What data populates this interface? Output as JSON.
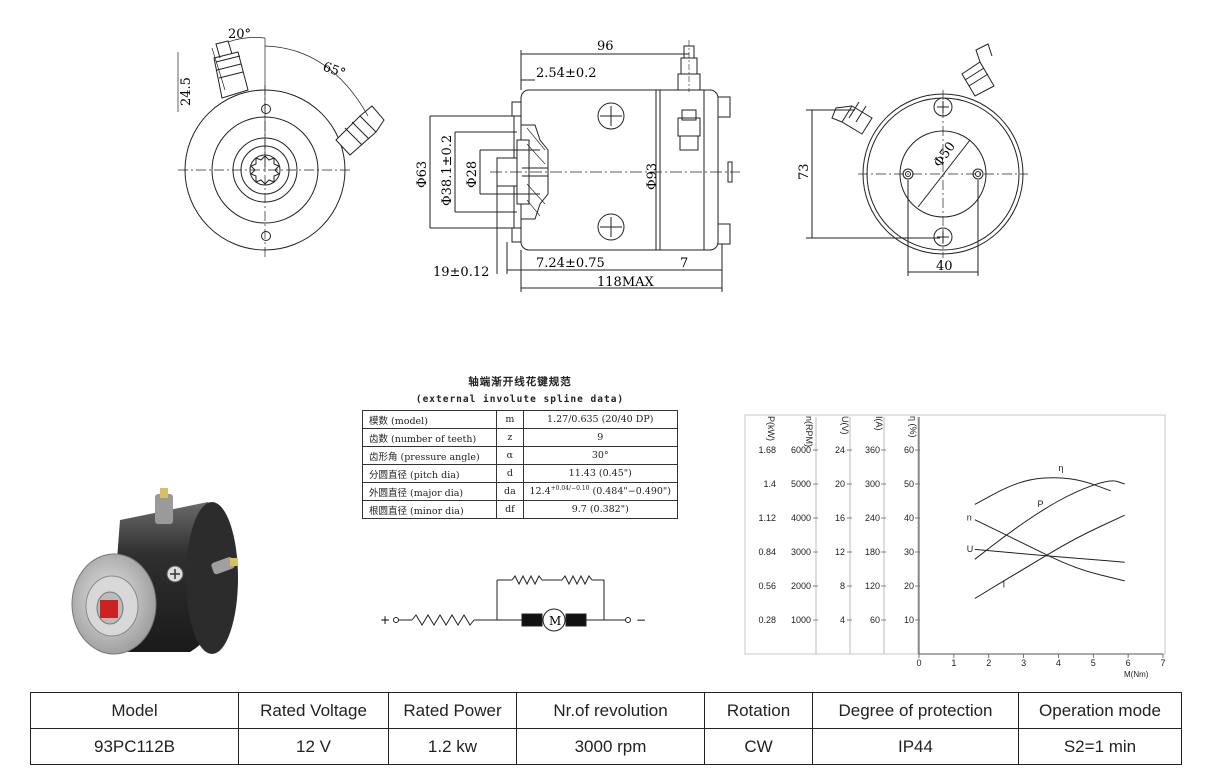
{
  "dimensions": {
    "front": [
      "20°",
      "65°",
      "24.5"
    ],
    "side": [
      "96",
      "2.54±0.2",
      "Φ63",
      "Φ38.1±0.2",
      "Φ28",
      "Φ93",
      "19±0.12",
      "7.24±0.75",
      "7",
      "118MAX"
    ],
    "rear": [
      "73",
      "Φ50",
      "40"
    ]
  },
  "spline": {
    "title_cn": "轴端渐开线花键规范",
    "title_en": "(external involute spline data)",
    "rows": [
      {
        "label": "模数 (model)",
        "sym": "m",
        "value": "1.27/0.635 (20/40 DP)"
      },
      {
        "label": "齿数 (number of teeth)",
        "sym": "z",
        "value": "9"
      },
      {
        "label": "齿形角 (pressure angle)",
        "sym": "α",
        "value": "30°"
      },
      {
        "label": "分圆直径 (pitch dia)",
        "sym": "d",
        "value": "11.43 (0.45\")"
      },
      {
        "label": "外圆直径 (major dia)",
        "sym": "da",
        "value_main": "12.4",
        "tol_up": "+0.04",
        "tol_dn": "−0.10",
        "value_rest": " (0.484\"−0.490\")"
      },
      {
        "label": "根圆直径 (minor dia)",
        "sym": "df",
        "value": "9.7 (0.382\")"
      }
    ]
  },
  "circuit": {
    "motor_label": "M",
    "plus": "+",
    "minus": "−"
  },
  "chart_data": {
    "type": "line",
    "title": "",
    "xlabel": "M(Nm)",
    "x_ticks": [
      "0",
      "1",
      "2",
      "3",
      "4",
      "5",
      "6",
      "7"
    ],
    "xlim": [
      0,
      7
    ],
    "grid": false,
    "axes": [
      {
        "label": "P(kW)",
        "ticks": [
          "0.28",
          "0.56",
          "0.84",
          "1.12",
          "1.4",
          "1.68"
        ]
      },
      {
        "label": "n(RPM)",
        "ticks": [
          "1000",
          "2000",
          "3000",
          "4000",
          "5000",
          "6000"
        ]
      },
      {
        "label": "U(V)",
        "ticks": [
          "4",
          "8",
          "12",
          "16",
          "20",
          "24"
        ]
      },
      {
        "label": "I(A)",
        "ticks": [
          "60",
          "120",
          "180",
          "240",
          "300",
          "360"
        ]
      },
      {
        "label": "η (%)",
        "ticks": [
          "10",
          "20",
          "30",
          "40",
          "50",
          "60"
        ]
      }
    ],
    "series": [
      {
        "name": "η",
        "axis": "η (%)",
        "points": [
          [
            1.6,
            44
          ],
          [
            2.5,
            49
          ],
          [
            3.2,
            51.5
          ],
          [
            4,
            52
          ],
          [
            4.7,
            51
          ],
          [
            5.5,
            48
          ]
        ]
      },
      {
        "name": "P",
        "axis": "P(kW)",
        "points": [
          [
            1.6,
            0.78
          ],
          [
            2.5,
            0.98
          ],
          [
            3.5,
            1.18
          ],
          [
            4.5,
            1.34
          ],
          [
            5.5,
            1.44
          ],
          [
            5.9,
            1.4
          ]
        ]
      },
      {
        "name": "n",
        "axis": "n(RPM)",
        "points": [
          [
            1.6,
            3950
          ],
          [
            3,
            3250
          ],
          [
            4.5,
            2500
          ],
          [
            5.9,
            2150
          ]
        ]
      },
      {
        "name": "U",
        "axis": "U(V)",
        "points": [
          [
            1.6,
            12.3
          ],
          [
            3.5,
            11.6
          ],
          [
            5,
            11.1
          ],
          [
            5.9,
            10.8
          ]
        ]
      },
      {
        "name": "I",
        "axis": "I(A)",
        "points": [
          [
            1.6,
            98
          ],
          [
            3,
            150
          ],
          [
            4.5,
            205
          ],
          [
            5.9,
            245
          ]
        ]
      }
    ]
  },
  "spec_table": {
    "headers": [
      "Model",
      "Rated Voltage",
      "Rated Power",
      "Nr.of revolution",
      "Rotation",
      "Degree of protection",
      "Operation mode"
    ],
    "values": [
      "93PC112B",
      "12 V",
      "1.2 kw",
      "3000 rpm",
      "CW",
      "IP44",
      "S2=1 min"
    ]
  },
  "colors": {
    "line": "#222222",
    "motor_body": "#3a3a3a",
    "motor_cap": "#c8c8c8",
    "spline_red": "#cc2222"
  }
}
